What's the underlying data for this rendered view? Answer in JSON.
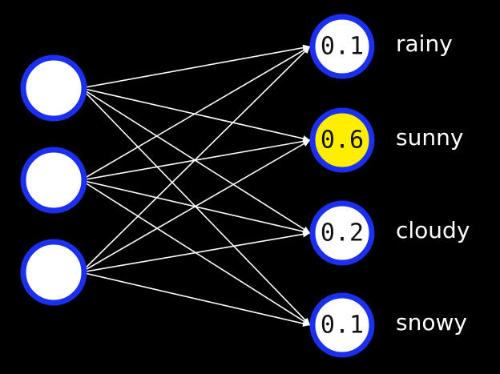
{
  "colors": {
    "background": "#000000",
    "node_fill": "#ffffff",
    "node_stroke": "#1a2ff0",
    "highlight_fill": "#ffee00",
    "edge": "#ffffff",
    "label": "#ffffff"
  },
  "input_layer": {
    "node_count": 3
  },
  "output_layer": {
    "nodes": [
      {
        "value": "0.1",
        "label": "rainy",
        "highlighted": false
      },
      {
        "value": "0.6",
        "label": "sunny",
        "highlighted": true
      },
      {
        "value": "0.2",
        "label": "cloudy",
        "highlighted": false
      },
      {
        "value": "0.1",
        "label": "snowy",
        "highlighted": false
      }
    ]
  }
}
